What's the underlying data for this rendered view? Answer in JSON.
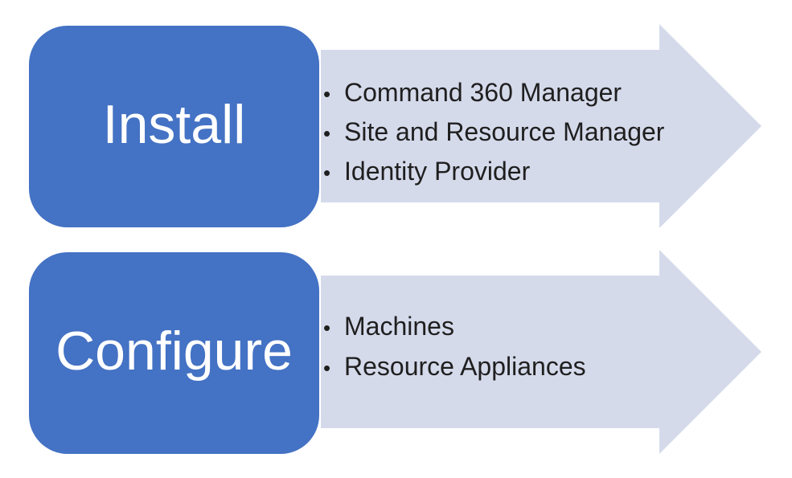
{
  "diagram": {
    "type": "process-flow",
    "steps": [
      {
        "label": "Install",
        "items": [
          "Command 360 Manager",
          "Site and Resource Manager",
          "Identity Provider"
        ]
      },
      {
        "label": "Configure",
        "items": [
          "Machines",
          "Resource Appliances"
        ]
      }
    ]
  },
  "glyphs": {
    "bullet": "•"
  },
  "colors": {
    "step_box_fill": "#4472C4",
    "step_label_text": "#FFFFFF",
    "arrow_fill": "#D5DAEB",
    "bullet_text": "#1F1F1F",
    "background": "#FFFFFF"
  }
}
